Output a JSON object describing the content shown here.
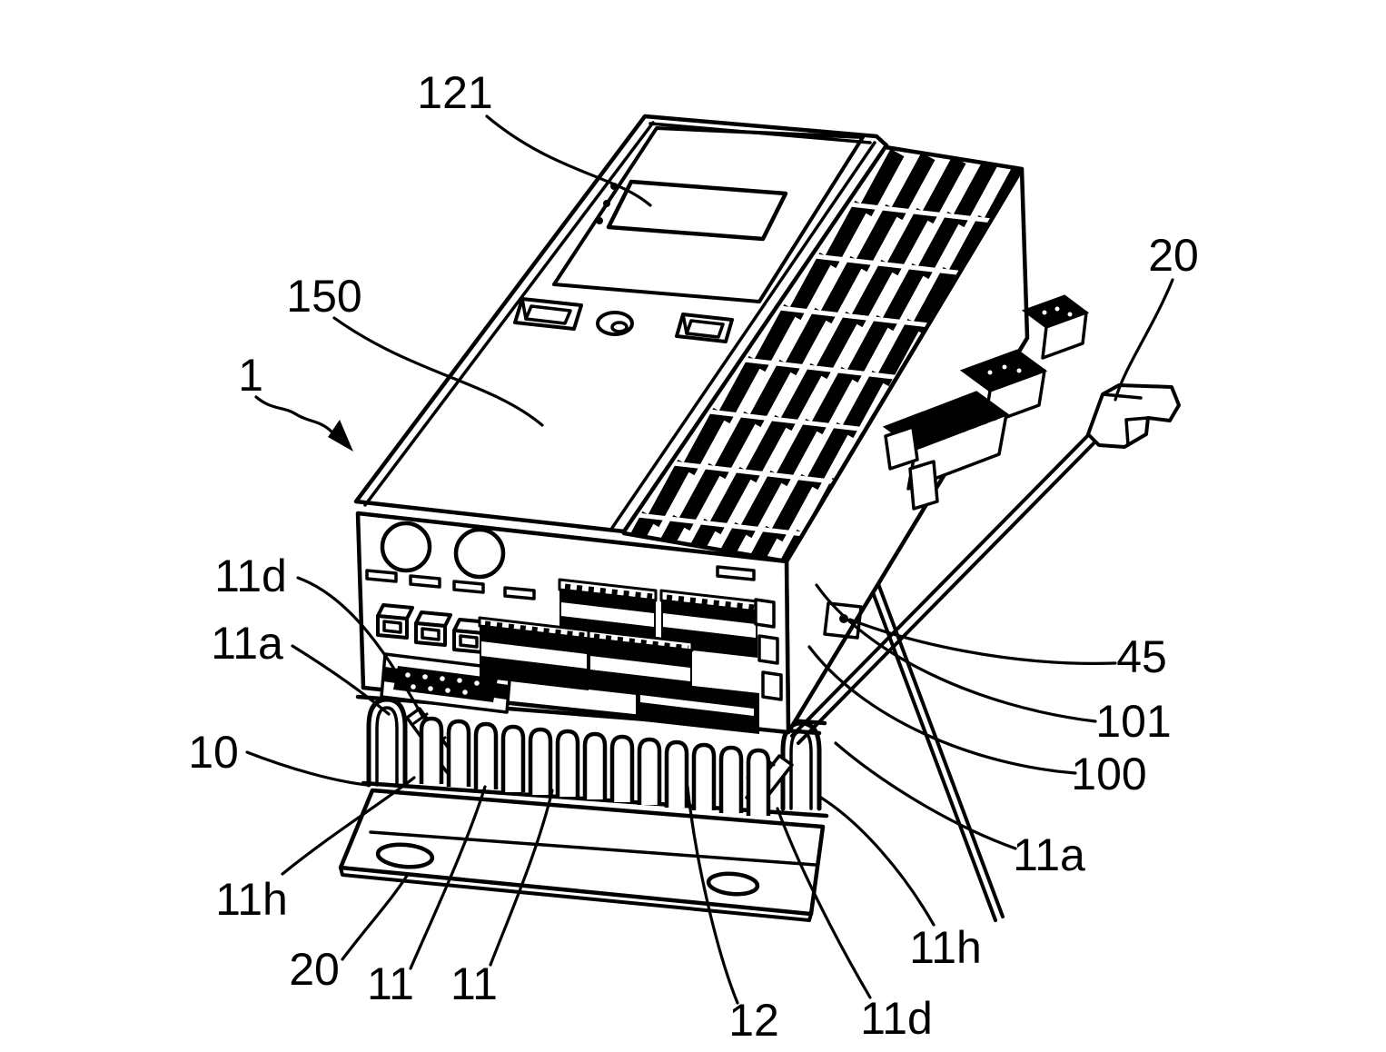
{
  "figure": {
    "kind": "patent-line-drawing",
    "background_color": "#ffffff",
    "ink_color": "#000000"
  },
  "labels": {
    "ref_121": "121",
    "ref_150": "150",
    "ref_1": "1",
    "ref_20_top": "20",
    "ref_11d_left": "11d",
    "ref_11a_left": "11a",
    "ref_10": "10",
    "ref_11h_left": "11h",
    "ref_20_bottom": "20",
    "ref_11_first": "11",
    "ref_11_second": "11",
    "ref_12": "12",
    "ref_11d_right": "11d",
    "ref_11h_right": "11h",
    "ref_11a_right": "11a",
    "ref_100": "100",
    "ref_101": "101",
    "ref_45": "45"
  }
}
